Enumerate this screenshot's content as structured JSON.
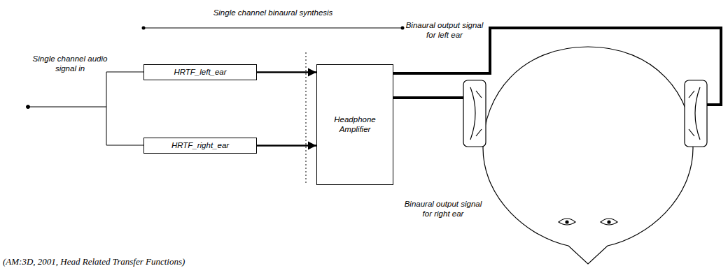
{
  "diagram": {
    "caption": "(AM:3D, 2001, Head Related Transfer Functions)",
    "nodes": [
      {
        "text": [
          "HRTF_left_ear"
        ]
      },
      {
        "text": [
          "HRTF_right_ear"
        ]
      },
      {
        "text": [
          "Headphone Amplifier"
        ]
      }
    ],
    "edges": [
      {
        "from": 0,
        "to": 2,
        "arrow": "to"
      },
      {
        "from": 1,
        "to": 2,
        "arrow": "to"
      }
    ],
    "labels": [
      "Single channel binaural synthesis",
      "Single channel audio signal in",
      "Binaural output signal for left ear",
      "Binaural output signal for right ear"
    ]
  }
}
